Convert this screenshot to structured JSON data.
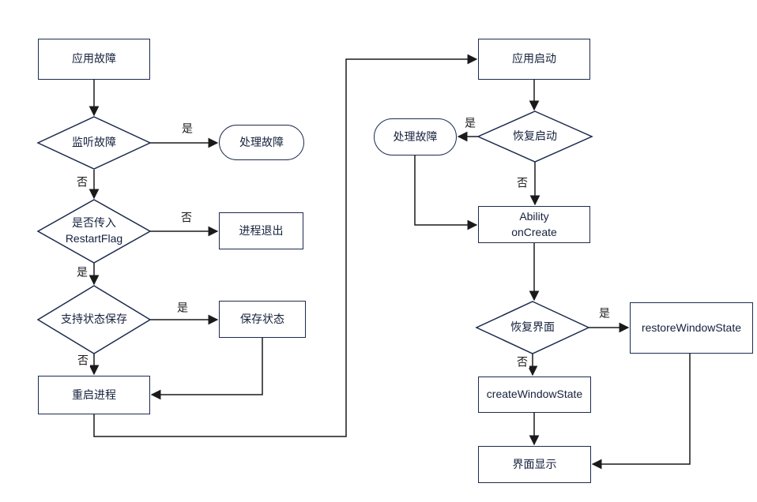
{
  "diagram": {
    "type": "flowchart",
    "labels": {
      "yes": "是",
      "no": "否"
    },
    "colors": {
      "background": "#ffffff",
      "shape_border": "#1b2a4e",
      "connector": "#1a1a1a",
      "text": "#15213c"
    },
    "nodes": {
      "app_fault": {
        "label": "应用故障",
        "shape": "rectangle"
      },
      "listen_fault": {
        "label": "监听故障",
        "shape": "diamond"
      },
      "handle_fault_left": {
        "label": "处理故障",
        "shape": "stadium"
      },
      "restart_flag": {
        "label": "是否传入\nRestartFlag",
        "shape": "diamond"
      },
      "process_exit": {
        "label": "进程退出",
        "shape": "rectangle"
      },
      "support_state_save": {
        "label": "支持状态保存",
        "shape": "diamond"
      },
      "save_state": {
        "label": "保存状态",
        "shape": "rectangle"
      },
      "restart_process": {
        "label": "重启进程",
        "shape": "rectangle"
      },
      "app_launch": {
        "label": "应用启动",
        "shape": "rectangle"
      },
      "recovery_launch": {
        "label": "恢复启动",
        "shape": "diamond"
      },
      "handle_fault_right": {
        "label": "处理故障",
        "shape": "stadium"
      },
      "ability_oncreate": {
        "label": "Ability\nonCreate",
        "shape": "rectangle"
      },
      "restore_ui": {
        "label": "恢复界面",
        "shape": "diamond"
      },
      "restore_window_state": {
        "label": "restoreWindowState",
        "shape": "rectangle"
      },
      "create_window_state": {
        "label": "createWindowState",
        "shape": "rectangle"
      },
      "ui_display": {
        "label": "界面显示",
        "shape": "rectangle"
      }
    },
    "edges": [
      {
        "from": "app_fault",
        "to": "listen_fault"
      },
      {
        "from": "listen_fault",
        "to": "handle_fault_left",
        "label": "是"
      },
      {
        "from": "listen_fault",
        "to": "restart_flag",
        "label": "否"
      },
      {
        "from": "restart_flag",
        "to": "process_exit",
        "label": "否"
      },
      {
        "from": "restart_flag",
        "to": "support_state_save",
        "label": "是"
      },
      {
        "from": "support_state_save",
        "to": "save_state",
        "label": "是"
      },
      {
        "from": "support_state_save",
        "to": "restart_process",
        "label": "否"
      },
      {
        "from": "save_state",
        "to": "restart_process"
      },
      {
        "from": "restart_process",
        "to": "app_launch"
      },
      {
        "from": "app_launch",
        "to": "recovery_launch"
      },
      {
        "from": "recovery_launch",
        "to": "handle_fault_right",
        "label": "是"
      },
      {
        "from": "recovery_launch",
        "to": "ability_oncreate",
        "label": "否"
      },
      {
        "from": "handle_fault_right",
        "to": "ability_oncreate"
      },
      {
        "from": "ability_oncreate",
        "to": "restore_ui"
      },
      {
        "from": "restore_ui",
        "to": "restore_window_state",
        "label": "是"
      },
      {
        "from": "restore_ui",
        "to": "create_window_state",
        "label": "否"
      },
      {
        "from": "create_window_state",
        "to": "ui_display"
      },
      {
        "from": "restore_window_state",
        "to": "ui_display"
      }
    ]
  }
}
